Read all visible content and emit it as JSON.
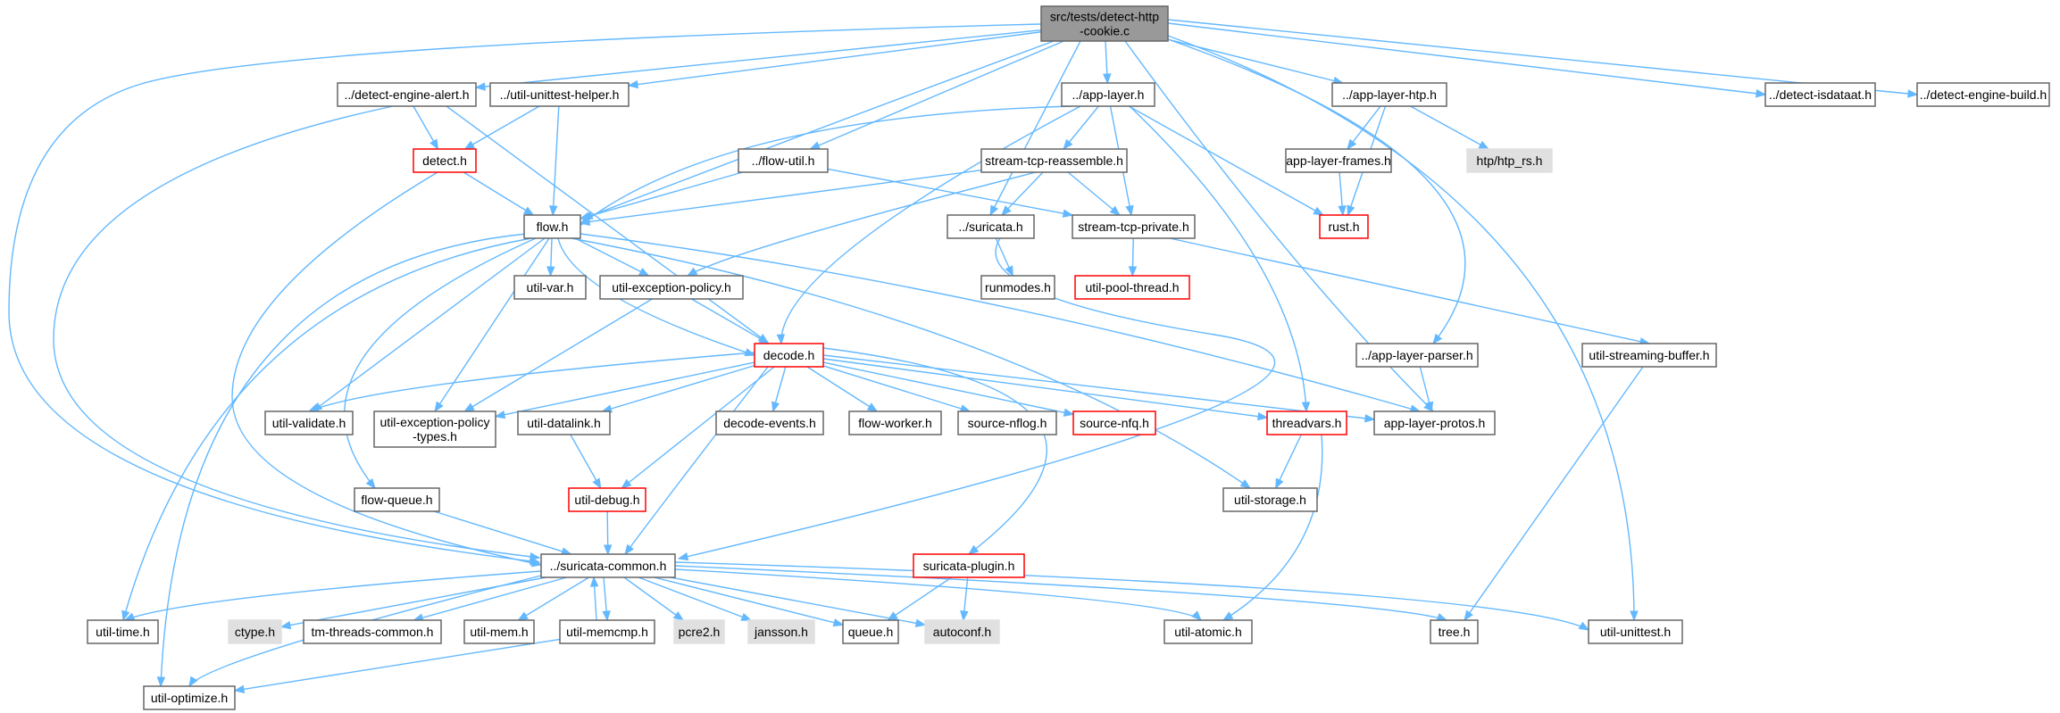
{
  "diagram": {
    "colors": {
      "root_fill": "#999999",
      "normal_fill": "#ffffff",
      "system_fill": "#e0e0e0",
      "border": "#666666",
      "truncated_border": "#ff0000",
      "edge": "#63b8ff"
    },
    "nodes": [
      {
        "id": "root",
        "lines": [
          "src/tests/detect-http",
          "-cookie.c"
        ],
        "kind": "root"
      },
      {
        "id": "detect-engine-alert",
        "lines": [
          "../detect-engine-alert.h"
        ],
        "kind": "normal"
      },
      {
        "id": "util-unittest-helper",
        "lines": [
          "../util-unittest-helper.h"
        ],
        "kind": "normal"
      },
      {
        "id": "app-layer",
        "lines": [
          "../app-layer.h"
        ],
        "kind": "normal"
      },
      {
        "id": "app-layer-htp",
        "lines": [
          "../app-layer-htp.h"
        ],
        "kind": "normal"
      },
      {
        "id": "detect-isdataat",
        "lines": [
          "../detect-isdataat.h"
        ],
        "kind": "normal"
      },
      {
        "id": "detect-engine-build",
        "lines": [
          "../detect-engine-build.h"
        ],
        "kind": "normal"
      },
      {
        "id": "detect",
        "lines": [
          "detect.h"
        ],
        "kind": "truncated"
      },
      {
        "id": "flow-util",
        "lines": [
          "../flow-util.h"
        ],
        "kind": "normal"
      },
      {
        "id": "stream-tcp-reassemble",
        "lines": [
          "stream-tcp-reassemble.h"
        ],
        "kind": "normal"
      },
      {
        "id": "app-layer-frames",
        "lines": [
          "app-layer-frames.h"
        ],
        "kind": "normal"
      },
      {
        "id": "htp-rs",
        "lines": [
          "htp/htp_rs.h"
        ],
        "kind": "system"
      },
      {
        "id": "flow",
        "lines": [
          "flow.h"
        ],
        "kind": "normal"
      },
      {
        "id": "suricata",
        "lines": [
          "../suricata.h"
        ],
        "kind": "normal"
      },
      {
        "id": "stream-tcp-private",
        "lines": [
          "stream-tcp-private.h"
        ],
        "kind": "normal"
      },
      {
        "id": "rust",
        "lines": [
          "rust.h"
        ],
        "kind": "truncated"
      },
      {
        "id": "util-var",
        "lines": [
          "util-var.h"
        ],
        "kind": "normal"
      },
      {
        "id": "util-exception-policy",
        "lines": [
          "util-exception-policy.h"
        ],
        "kind": "normal"
      },
      {
        "id": "runmodes",
        "lines": [
          "runmodes.h"
        ],
        "kind": "normal"
      },
      {
        "id": "util-pool-thread",
        "lines": [
          "util-pool-thread.h"
        ],
        "kind": "truncated"
      },
      {
        "id": "decode",
        "lines": [
          "decode.h"
        ],
        "kind": "truncated"
      },
      {
        "id": "app-layer-parser",
        "lines": [
          "../app-layer-parser.h"
        ],
        "kind": "normal"
      },
      {
        "id": "util-streaming-buffer",
        "lines": [
          "util-streaming-buffer.h"
        ],
        "kind": "normal"
      },
      {
        "id": "util-validate",
        "lines": [
          "util-validate.h"
        ],
        "kind": "normal"
      },
      {
        "id": "util-exception-policy-types",
        "lines": [
          "util-exception-policy",
          "-types.h"
        ],
        "kind": "normal"
      },
      {
        "id": "util-datalink",
        "lines": [
          "util-datalink.h"
        ],
        "kind": "normal"
      },
      {
        "id": "decode-events",
        "lines": [
          "decode-events.h"
        ],
        "kind": "normal"
      },
      {
        "id": "flow-worker",
        "lines": [
          "flow-worker.h"
        ],
        "kind": "normal"
      },
      {
        "id": "source-nflog",
        "lines": [
          "source-nflog.h"
        ],
        "kind": "normal"
      },
      {
        "id": "source-nfq",
        "lines": [
          "source-nfq.h"
        ],
        "kind": "truncated"
      },
      {
        "id": "threadvars",
        "lines": [
          "threadvars.h"
        ],
        "kind": "truncated"
      },
      {
        "id": "app-layer-protos",
        "lines": [
          "app-layer-protos.h"
        ],
        "kind": "normal"
      },
      {
        "id": "util-debug",
        "lines": [
          "util-debug.h"
        ],
        "kind": "truncated"
      },
      {
        "id": "flow-queue",
        "lines": [
          "flow-queue.h"
        ],
        "kind": "normal"
      },
      {
        "id": "util-storage",
        "lines": [
          "util-storage.h"
        ],
        "kind": "normal"
      },
      {
        "id": "suricata-common",
        "lines": [
          "../suricata-common.h"
        ],
        "kind": "normal"
      },
      {
        "id": "suricata-plugin",
        "lines": [
          "suricata-plugin.h"
        ],
        "kind": "truncated"
      },
      {
        "id": "util-time",
        "lines": [
          "util-time.h"
        ],
        "kind": "normal"
      },
      {
        "id": "ctype",
        "lines": [
          "ctype.h"
        ],
        "kind": "system"
      },
      {
        "id": "tm-threads-common",
        "lines": [
          "tm-threads-common.h"
        ],
        "kind": "normal"
      },
      {
        "id": "util-mem",
        "lines": [
          "util-mem.h"
        ],
        "kind": "normal"
      },
      {
        "id": "util-memcmp",
        "lines": [
          "util-memcmp.h"
        ],
        "kind": "normal"
      },
      {
        "id": "pcre2",
        "lines": [
          "pcre2.h"
        ],
        "kind": "system"
      },
      {
        "id": "jansson",
        "lines": [
          "jansson.h"
        ],
        "kind": "system"
      },
      {
        "id": "queue",
        "lines": [
          "queue.h"
        ],
        "kind": "normal"
      },
      {
        "id": "autoconf",
        "lines": [
          "autoconf.h"
        ],
        "kind": "system"
      },
      {
        "id": "util-atomic",
        "lines": [
          "util-atomic.h"
        ],
        "kind": "normal"
      },
      {
        "id": "tree",
        "lines": [
          "tree.h"
        ],
        "kind": "normal"
      },
      {
        "id": "util-unittest",
        "lines": [
          "util-unittest.h"
        ],
        "kind": "normal"
      },
      {
        "id": "util-optimize",
        "lines": [
          "util-optimize.h"
        ],
        "kind": "normal"
      }
    ],
    "edges": [
      [
        "root",
        "detect-engine-alert"
      ],
      [
        "root",
        "util-unittest-helper"
      ],
      [
        "root",
        "app-layer"
      ],
      [
        "root",
        "app-layer-htp"
      ],
      [
        "root",
        "detect-isdataat"
      ],
      [
        "root",
        "detect-engine-build"
      ],
      [
        "root",
        "flow-util"
      ],
      [
        "root",
        "flow"
      ],
      [
        "root",
        "suricata"
      ],
      [
        "root",
        "app-layer-parser"
      ],
      [
        "root",
        "app-layer-protos"
      ],
      [
        "root",
        "suricata-common"
      ],
      [
        "root",
        "util-unittest"
      ],
      [
        "detect-engine-alert",
        "detect"
      ],
      [
        "detect-engine-alert",
        "decode"
      ],
      [
        "detect-engine-alert",
        "suricata-common"
      ],
      [
        "util-unittest-helper",
        "detect"
      ],
      [
        "util-unittest-helper",
        "flow"
      ],
      [
        "detect",
        "flow"
      ],
      [
        "detect",
        "suricata-common"
      ],
      [
        "app-layer",
        "flow"
      ],
      [
        "app-layer",
        "stream-tcp-reassemble"
      ],
      [
        "app-layer",
        "stream-tcp-private"
      ],
      [
        "app-layer",
        "rust"
      ],
      [
        "app-layer",
        "decode"
      ],
      [
        "app-layer",
        "threadvars"
      ],
      [
        "app-layer-htp",
        "app-layer-frames"
      ],
      [
        "app-layer-htp",
        "htp-rs"
      ],
      [
        "app-layer-htp",
        "rust"
      ],
      [
        "app-layer-frames",
        "rust"
      ],
      [
        "flow-util",
        "flow"
      ],
      [
        "flow-util",
        "stream-tcp-private"
      ],
      [
        "stream-tcp-reassemble",
        "flow"
      ],
      [
        "stream-tcp-reassemble",
        "suricata"
      ],
      [
        "stream-tcp-reassemble",
        "stream-tcp-private"
      ],
      [
        "stream-tcp-reassemble",
        "util-exception-policy"
      ],
      [
        "suricata",
        "runmodes"
      ],
      [
        "suricata",
        "suricata-common"
      ],
      [
        "stream-tcp-private",
        "util-pool-thread"
      ],
      [
        "stream-tcp-private",
        "util-streaming-buffer"
      ],
      [
        "flow",
        "util-var"
      ],
      [
        "flow",
        "util-exception-policy"
      ],
      [
        "flow",
        "decode"
      ],
      [
        "flow",
        "util-validate"
      ],
      [
        "flow",
        "util-exception-policy-types"
      ],
      [
        "flow",
        "flow-queue"
      ],
      [
        "flow",
        "util-time"
      ],
      [
        "flow",
        "util-optimize"
      ],
      [
        "flow",
        "app-layer-protos"
      ],
      [
        "flow",
        "util-storage"
      ],
      [
        "util-exception-policy",
        "decode"
      ],
      [
        "util-exception-policy",
        "util-exception-policy-types"
      ],
      [
        "decode",
        "util-validate"
      ],
      [
        "decode",
        "util-exception-policy-types"
      ],
      [
        "decode",
        "util-datalink"
      ],
      [
        "decode",
        "util-debug"
      ],
      [
        "decode",
        "decode-events"
      ],
      [
        "decode",
        "flow-worker"
      ],
      [
        "decode",
        "source-nflog"
      ],
      [
        "decode",
        "source-nfq"
      ],
      [
        "decode",
        "threadvars"
      ],
      [
        "decode",
        "app-layer-protos"
      ],
      [
        "decode",
        "suricata-common"
      ],
      [
        "decode",
        "suricata-plugin"
      ],
      [
        "app-layer-parser",
        "app-layer-protos"
      ],
      [
        "util-streaming-buffer",
        "tree"
      ],
      [
        "util-datalink",
        "util-debug"
      ],
      [
        "util-debug",
        "suricata-common"
      ],
      [
        "flow-queue",
        "suricata-common"
      ],
      [
        "threadvars",
        "util-storage"
      ],
      [
        "threadvars",
        "util-atomic"
      ],
      [
        "suricata-plugin",
        "queue"
      ],
      [
        "suricata-plugin",
        "autoconf"
      ],
      [
        "suricata-common",
        "util-time"
      ],
      [
        "suricata-common",
        "ctype"
      ],
      [
        "suricata-common",
        "tm-threads-common"
      ],
      [
        "suricata-common",
        "util-mem"
      ],
      [
        "suricata-common",
        "util-memcmp"
      ],
      [
        "suricata-common",
        "pcre2"
      ],
      [
        "suricata-common",
        "jansson"
      ],
      [
        "suricata-common",
        "queue"
      ],
      [
        "suricata-common",
        "autoconf"
      ],
      [
        "suricata-common",
        "util-atomic"
      ],
      [
        "suricata-common",
        "tree"
      ],
      [
        "suricata-common",
        "util-unittest"
      ],
      [
        "suricata-common",
        "util-optimize"
      ],
      [
        "util-memcmp",
        "suricata-common"
      ],
      [
        "util-memcmp",
        "util-optimize"
      ]
    ]
  }
}
